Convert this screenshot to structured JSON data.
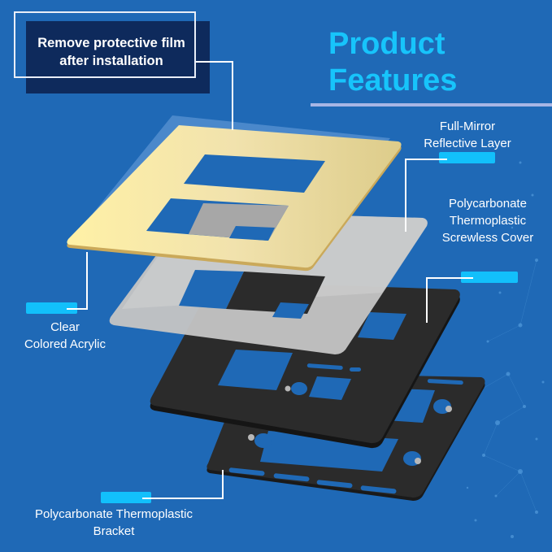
{
  "note": {
    "line1": "Remove protective film",
    "line2": "after installation"
  },
  "title": {
    "line1": "Product",
    "line2": "Features"
  },
  "callouts": {
    "mirror": {
      "line1": "Full-Mirror",
      "line2": "Reflective Layer"
    },
    "cover": {
      "line1": "Polycarbonate",
      "line2": "Thermoplastic",
      "line3": "Screwless Cover"
    },
    "acrylic": {
      "line1": "Clear",
      "line2": "Colored Acrylic"
    },
    "bracket": {
      "line1": "Polycarbonate Thermoplastic",
      "line2": "Bracket"
    }
  },
  "colors": {
    "background": "#1f69b6",
    "title": "#17c4fb",
    "chip": "#12c0fb",
    "note_box": "#0e2a5c",
    "gold_plate": "#f2e2a0",
    "silver_plate": "#c3c3c3",
    "black_plate": "#2b2b2b"
  }
}
